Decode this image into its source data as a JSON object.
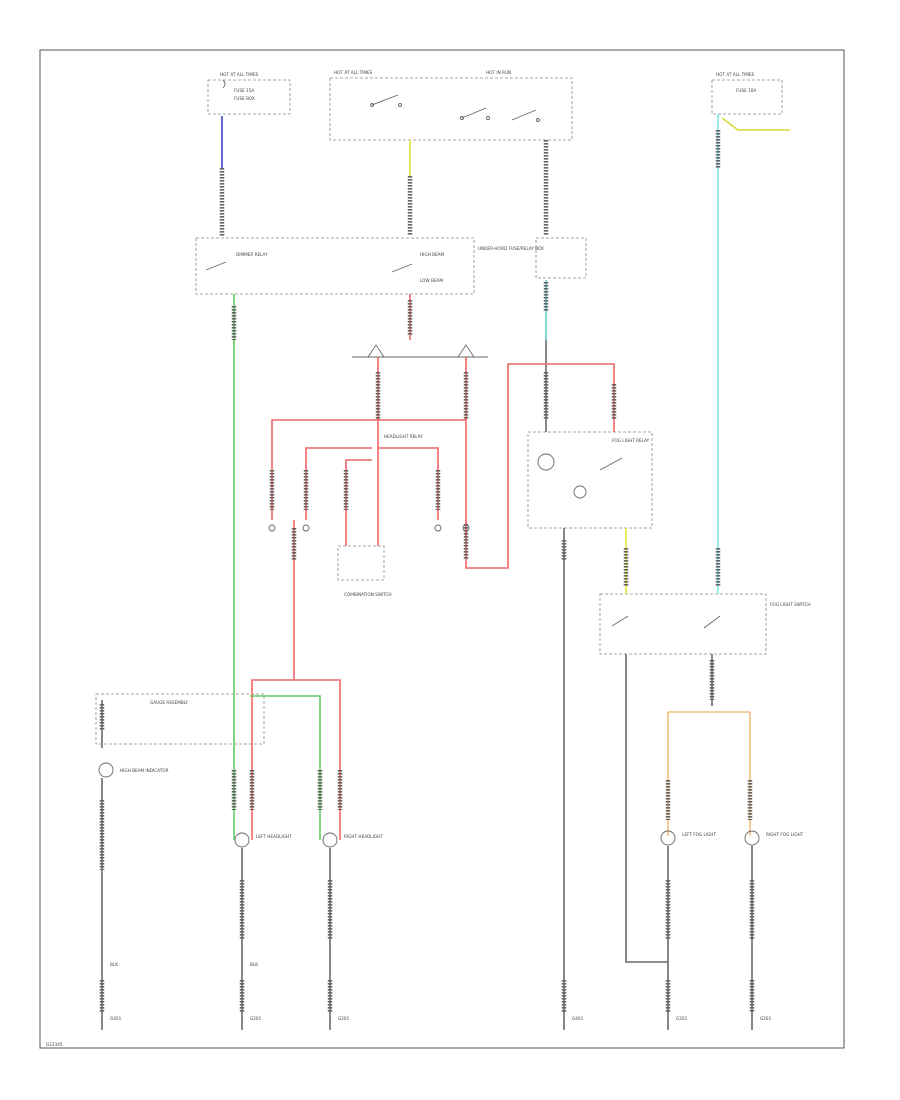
{
  "diagram": {
    "labels": {
      "top_hot_at_all_times_left": "HOT AT ALL TIMES",
      "top_hot_at_all_times_mid": "HOT AT ALL TIMES",
      "top_hot_in_run": "HOT IN RUN",
      "top_hot_at_all_times_right": "HOT AT ALL TIMES",
      "fuse_left": "FUSE 15A",
      "fuse_left_sub": "FUSE BOX",
      "fuse_right": "FUSE 10A",
      "underhood_fuse_box": "UNDER-HOOD FUSE/RELAY BOX",
      "dimmer_relay": "DIMMER RELAY",
      "high_beam": "HIGH BEAM",
      "low_beam": "LOW BEAM",
      "headlight_relay": "HEADLIGHT RELAY",
      "combination_switch": "COMBINATION SWITCH",
      "fog_light_relay": "FOG LIGHT RELAY",
      "fog_switch": "FOG LIGHT SWITCH",
      "gauge_assembly": "GAUGE ASSEMBLY",
      "high_beam_indicator": "HIGH BEAM INDICATOR",
      "left_headlight": "LEFT HEADLIGHT",
      "right_headlight": "RIGHT HEADLIGHT",
      "left_fog": "LEFT FOG LIGHT",
      "right_fog": "RIGHT FOG LIGHT",
      "ground_1": "G401",
      "ground_2": "G201",
      "ground_3": "G201",
      "ground_4": "G401",
      "ground_5": "G201",
      "ground_6": "G201",
      "wire_blk": "BLK",
      "wire_blk2": "BLK",
      "corner_code": "G12345"
    }
  }
}
